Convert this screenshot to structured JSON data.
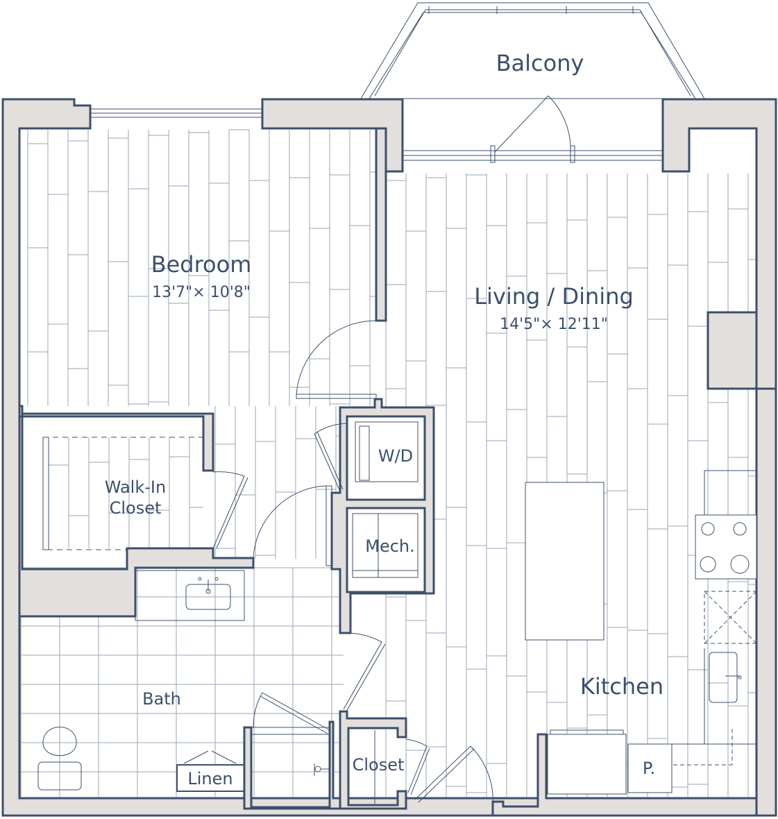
{
  "rooms": {
    "balcony": {
      "name": "Balcony"
    },
    "bedroom": {
      "name": "Bedroom",
      "dims": "13'7\"× 10'8\""
    },
    "living": {
      "name": "Living / Dining",
      "dims": "14'5\"× 12'11\""
    },
    "walkin": {
      "name_line1": "Walk-In",
      "name_line2": "Closet"
    },
    "wd": {
      "name": "W/D"
    },
    "mech": {
      "name": "Mech."
    },
    "bath": {
      "name": "Bath"
    },
    "linen": {
      "name": "Linen"
    },
    "closet": {
      "name": "Closet"
    },
    "kitchen": {
      "name": "Kitchen"
    },
    "pantry": {
      "name": "P."
    }
  },
  "colors": {
    "wall_fill": "#e3dfdc",
    "wall_stroke": "#3c4f6b",
    "text": "#3c4f6b",
    "floor_lines": "#9aa4b3"
  }
}
